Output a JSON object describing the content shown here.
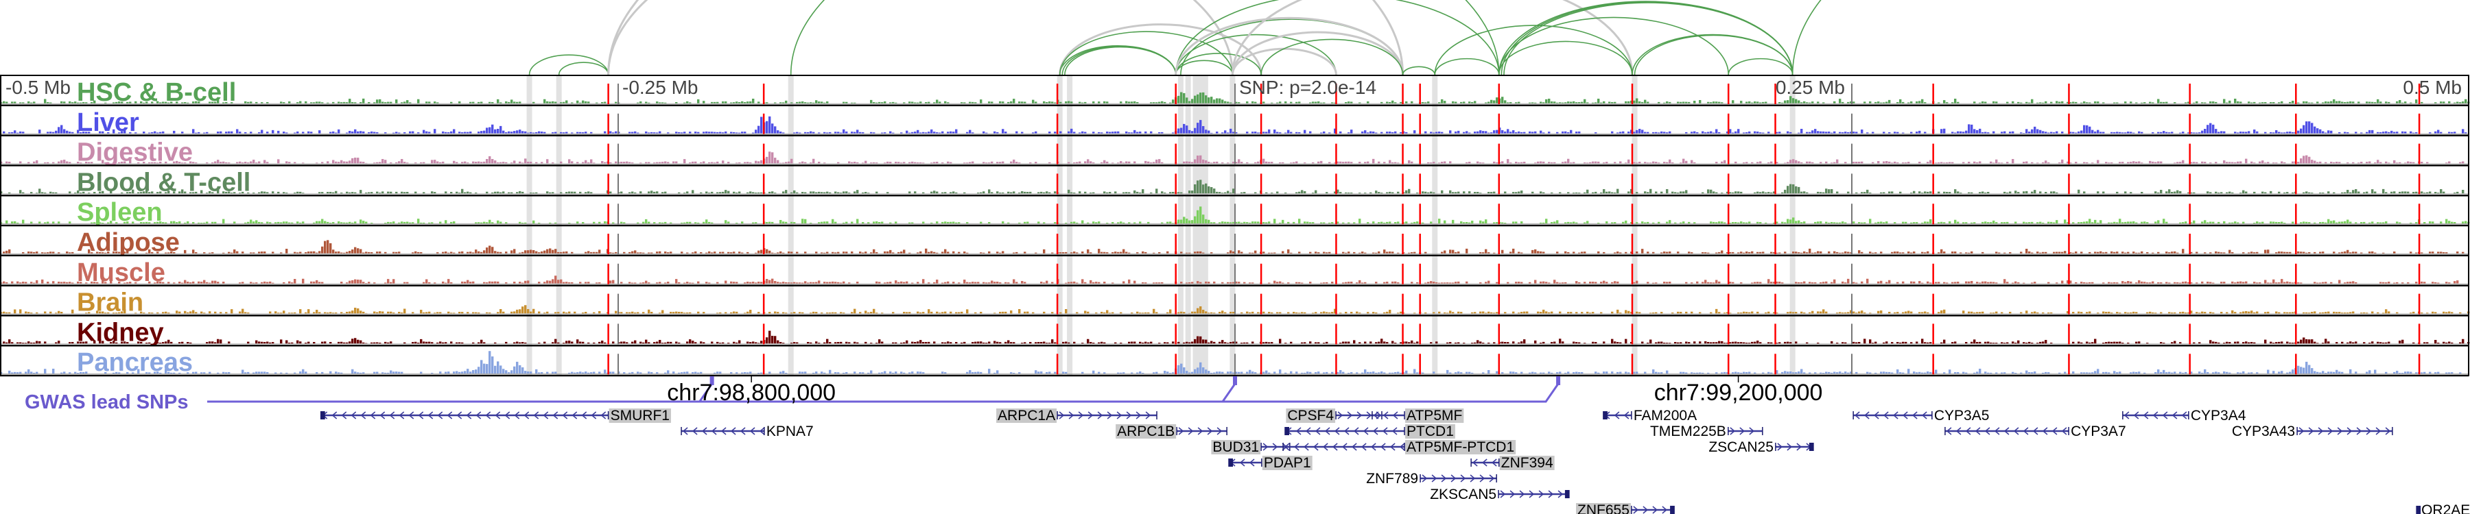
{
  "axis": {
    "ticks": [
      {
        "kb": -500,
        "label": "-0.5 Mb"
      },
      {
        "kb": -250,
        "label": "-0.25 Mb"
      },
      {
        "kb": 0,
        "label": "SNP: p=2.0e-14"
      },
      {
        "kb": 250,
        "label": "0.25 Mb"
      },
      {
        "kb": 500,
        "label": "0.5 Mb"
      }
    ]
  },
  "tracks": [
    {
      "name": "HSC & B-cell",
      "color": "#56a256",
      "peaks": [
        [
          -22,
          0.6
        ],
        [
          -15,
          0.95
        ],
        [
          -11,
          0.4
        ],
        [
          -7,
          0.3
        ],
        [
          107,
          0.35
        ],
        [
          161,
          0.25
        ],
        [
          226,
          0.4
        ],
        [
          445,
          0.2
        ]
      ]
    },
    {
      "name": "Liver",
      "color": "#5050e6",
      "peaks": [
        [
          -476,
          0.35
        ],
        [
          -357,
          0.2
        ],
        [
          -303,
          0.45
        ],
        [
          -299,
          0.4
        ],
        [
          -291,
          0.2
        ],
        [
          -191,
          0.8
        ],
        [
          -189,
          0.9
        ],
        [
          -21,
          0.45
        ],
        [
          -15,
          0.55
        ],
        [
          107,
          0.25
        ],
        [
          163,
          0.2
        ],
        [
          235,
          0.2
        ],
        [
          298,
          0.45
        ],
        [
          324,
          0.3
        ],
        [
          345,
          0.4
        ],
        [
          395,
          0.6
        ],
        [
          434,
          0.75
        ],
        [
          437,
          0.5
        ]
      ]
    },
    {
      "name": "Digestive",
      "color": "#c88aab",
      "peaks": [
        [
          -357,
          0.3
        ],
        [
          -303,
          0.3
        ],
        [
          -189,
          0.6
        ],
        [
          -15,
          0.4
        ],
        [
          226,
          0.2
        ],
        [
          434,
          0.4
        ]
      ]
    },
    {
      "name": "Blood & T-cell",
      "color": "#5f8a5f",
      "peaks": [
        [
          -15,
          0.8
        ],
        [
          -11,
          0.4
        ],
        [
          226,
          0.6
        ]
      ]
    },
    {
      "name": "Spleen",
      "color": "#7ccf5f",
      "peaks": [
        [
          -370,
          0.2
        ],
        [
          -21,
          0.3
        ],
        [
          -15,
          0.7
        ],
        [
          226,
          0.25
        ]
      ]
    },
    {
      "name": "Adipose",
      "color": "#b0573a",
      "peaks": [
        [
          -368,
          0.6
        ],
        [
          -357,
          0.35
        ],
        [
          -303,
          0.4
        ],
        [
          -286,
          0.3
        ],
        [
          -278,
          0.3
        ],
        [
          -191,
          0.3
        ]
      ]
    },
    {
      "name": "Muscle",
      "color": "#c86a5e",
      "peaks": [
        [
          -357,
          0.3
        ],
        [
          -276,
          0.35
        ],
        [
          -189,
          0.3
        ]
      ]
    },
    {
      "name": "Brain",
      "color": "#c89030",
      "peaks": [
        [
          -357,
          0.3
        ],
        [
          -289,
          0.4
        ],
        [
          -15,
          0.3
        ]
      ]
    },
    {
      "name": "Kidney",
      "color": "#6a0000",
      "peaks": [
        [
          -357,
          0.3
        ],
        [
          -189,
          0.6
        ],
        [
          -15,
          0.4
        ],
        [
          434,
          0.35
        ]
      ]
    },
    {
      "name": "Pancreas",
      "color": "#88a4e0",
      "peaks": [
        [
          -306,
          0.7
        ],
        [
          -303,
          1.0
        ],
        [
          -299,
          0.6
        ],
        [
          -291,
          0.5
        ],
        [
          -22,
          0.4
        ],
        [
          -15,
          0.5
        ],
        [
          431,
          0.35
        ],
        [
          434,
          0.5
        ]
      ]
    }
  ],
  "red_lines_kb": [
    -254,
    -191,
    -72,
    -24,
    10.6,
    41,
    68,
    75,
    107,
    161,
    200,
    219,
    283,
    338,
    387,
    430,
    480
  ],
  "highlight_kb": [
    -286,
    -274,
    -180,
    -71,
    -67,
    -22,
    -19,
    -16,
    -14,
    -12,
    -1,
    81,
    162,
    226
  ],
  "arcs": [
    {
      "from": -286,
      "to": -254,
      "color": "#4f9f4f"
    },
    {
      "from": -274,
      "to": -254,
      "color": "#4f9f4f"
    },
    {
      "from": -254,
      "to": 68,
      "color": "#c8c8c8"
    },
    {
      "from": -254,
      "to": -1,
      "color": "#c8c8c8"
    },
    {
      "from": -180,
      "to": 107,
      "color": "#4f9f4f"
    },
    {
      "from": -71,
      "to": -24,
      "color": "#4f9f4f"
    },
    {
      "from": -70,
      "to": -24,
      "color": "#4f9f4f"
    },
    {
      "from": -69,
      "to": -24,
      "color": "#4f9f4f"
    },
    {
      "from": -71,
      "to": 10.6,
      "color": "#c8c8c8"
    },
    {
      "from": -71,
      "to": -1,
      "color": "#4f9f4f"
    },
    {
      "from": -24,
      "to": -1,
      "color": "#4f9f4f"
    },
    {
      "from": -24,
      "to": 10.6,
      "color": "#4f9f4f"
    },
    {
      "from": -24,
      "to": 41,
      "color": "#4f9f4f"
    },
    {
      "from": -22,
      "to": 68,
      "color": "#4f9f4f"
    },
    {
      "from": -24,
      "to": 107,
      "color": "#4f9f4f"
    },
    {
      "from": -24,
      "to": 68,
      "color": "#c8c8c8"
    },
    {
      "from": -1,
      "to": 41,
      "color": "#c8c8c8"
    },
    {
      "from": -1,
      "to": 68,
      "color": "#c8c8c8"
    },
    {
      "from": -1,
      "to": 161,
      "color": "#c8c8c8"
    },
    {
      "from": 10.6,
      "to": 68,
      "color": "#4f9f4f"
    },
    {
      "from": 68,
      "to": 81,
      "color": "#4f9f4f"
    },
    {
      "from": 81,
      "to": 107,
      "color": "#4f9f4f"
    },
    {
      "from": 81,
      "to": 161,
      "color": "#4f9f4f"
    },
    {
      "from": 107,
      "to": 161,
      "color": "#4f9f4f"
    },
    {
      "from": 107,
      "to": 226,
      "color": "#4f9f4f"
    },
    {
      "from": 108,
      "to": 226,
      "color": "#4f9f4f"
    },
    {
      "from": 109,
      "to": 226,
      "color": "#4f9f4f"
    },
    {
      "from": 161,
      "to": 226,
      "color": "#4f9f4f"
    },
    {
      "from": 162,
      "to": 226,
      "color": "#4f9f4f"
    },
    {
      "from": 200,
      "to": 226,
      "color": "#4f9f4f"
    },
    {
      "from": 107,
      "to": 200,
      "color": "#4f9f4f"
    },
    {
      "from": 226,
      "to": 560,
      "color": "#4f9f4f"
    }
  ],
  "gwas": {
    "label": "GWAS lead SNPs",
    "snps_kb": [
      -212,
      0,
      131
    ],
    "color": "#7060d8",
    "coords": [
      {
        "kb": -196,
        "label": "chr7:98,800,000"
      },
      {
        "kb": 204,
        "label": "chr7:99,200,000"
      }
    ]
  },
  "genes": [
    {
      "name": "SMURF1",
      "start": -370.5,
      "end": -254,
      "strand": "-",
      "row": 0,
      "label_side": "right",
      "highlight": true,
      "box": "start"
    },
    {
      "name": "KPNA7",
      "start": -224.4,
      "end": -190.8,
      "strand": "-",
      "row": 1,
      "label_side": "right",
      "highlight": false,
      "box": ""
    },
    {
      "name": "ARPC1A",
      "start": -72,
      "end": -31.7,
      "strand": "+",
      "row": 0,
      "label_side": "left",
      "highlight": true,
      "box": ""
    },
    {
      "name": "ARPC1B",
      "start": -23.6,
      "end": -3.3,
      "strand": "+",
      "row": 1,
      "label_side": "left",
      "highlight": true,
      "box": ""
    },
    {
      "name": "CPSF4",
      "start": 40.9,
      "end": 59.5,
      "strand": "+",
      "row": 0,
      "label_side": "left",
      "highlight": true,
      "box": ""
    },
    {
      "name": "ATP5MF",
      "start": 55.6,
      "end": 68.7,
      "strand": "-",
      "row": 0,
      "label_side": "right",
      "highlight": true,
      "box": ""
    },
    {
      "name": "PTCD1",
      "start": 20.3,
      "end": 68.7,
      "strand": "-",
      "row": 1,
      "label_side": "right",
      "highlight": true,
      "box": "start"
    },
    {
      "name": "BUD31",
      "start": 10.6,
      "end": 22.2,
      "strand": "+",
      "row": 2,
      "label_side": "left",
      "highlight": true,
      "box": ""
    },
    {
      "name": "ATP5MF-PTCD1",
      "start": 19.5,
      "end": 68.7,
      "strand": "-",
      "row": 2,
      "label_side": "right",
      "highlight": true,
      "box": ""
    },
    {
      "name": "PDAP1",
      "start": -2.5,
      "end": 10.8,
      "strand": "-",
      "row": 3,
      "label_side": "right",
      "highlight": true,
      "box": "start"
    },
    {
      "name": "ZNF394",
      "start": 95.7,
      "end": 107,
      "strand": "-",
      "row": 3,
      "label_side": "right",
      "highlight": true,
      "box": ""
    },
    {
      "name": "ZNF789",
      "start": 75.1,
      "end": 106,
      "strand": "+",
      "row": 4,
      "label_side": "left",
      "highlight": false,
      "box": ""
    },
    {
      "name": "ZKSCAN5",
      "start": 106.8,
      "end": 135.4,
      "strand": "+",
      "row": 5,
      "label_side": "left",
      "highlight": false,
      "box": "end"
    },
    {
      "name": "ZNF655",
      "start": 160.7,
      "end": 178,
      "strand": "+",
      "row": 6,
      "label_side": "left",
      "highlight": true,
      "box": "end"
    },
    {
      "name": "FAM200A",
      "start": 149.3,
      "end": 160.7,
      "strand": "-",
      "row": 0,
      "label_side": "right",
      "highlight": false,
      "box": "start"
    },
    {
      "name": "TMEM225B",
      "start": 199.9,
      "end": 213.8,
      "strand": "+",
      "row": 1,
      "label_side": "left",
      "highlight": false,
      "box": ""
    },
    {
      "name": "ZSCAN25",
      "start": 219.1,
      "end": 234.4,
      "strand": "+",
      "row": 2,
      "label_side": "left",
      "highlight": false,
      "box": "end"
    },
    {
      "name": "CYP3A5",
      "start": 250.6,
      "end": 282.5,
      "strand": "-",
      "row": 0,
      "label_side": "right",
      "highlight": false,
      "box": ""
    },
    {
      "name": "CYP3A7",
      "start": 287.8,
      "end": 337.9,
      "strand": "-",
      "row": 1,
      "label_side": "right",
      "highlight": false,
      "box": ""
    },
    {
      "name": "CYP3A4",
      "start": 359.8,
      "end": 386.5,
      "strand": "-",
      "row": 0,
      "label_side": "right",
      "highlight": false,
      "box": ""
    },
    {
      "name": "CYP3A43",
      "start": 430.5,
      "end": 469.1,
      "strand": "+",
      "row": 1,
      "label_side": "left",
      "highlight": false,
      "box": ""
    },
    {
      "name": "OR2AE",
      "start": 478.9,
      "end": 480,
      "strand": "+",
      "row": 6,
      "label_side": "right",
      "highlight": false,
      "box": "start"
    }
  ]
}
